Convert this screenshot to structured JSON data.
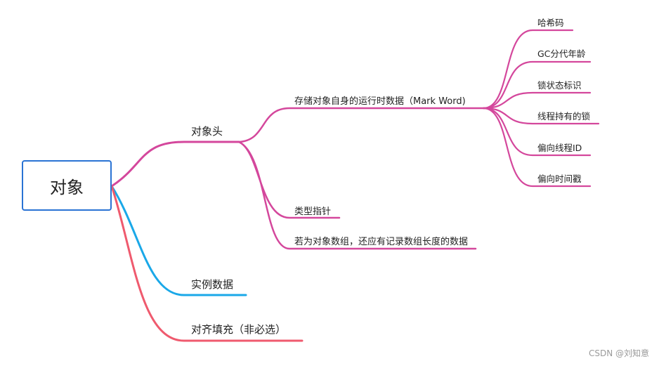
{
  "root": {
    "label": "对象"
  },
  "branches": {
    "header": {
      "label": "对象头",
      "color": "#d4479c",
      "children": {
        "markword": {
          "label": "存储对象自身的运行时数据（Mark Word)",
          "children": [
            "哈希码",
            "GC分代年龄",
            "锁状态标识",
            "线程持有的锁",
            "偏向线程ID",
            "偏向时间戳"
          ]
        },
        "typeptr": {
          "label": "类型指针"
        },
        "arraylen": {
          "label": "若为对象数组，还应有记录数组长度的数据"
        }
      }
    },
    "instance": {
      "label": "实例数据",
      "color": "#1aa8e8"
    },
    "padding": {
      "label": "对齐填充（非必选）",
      "color": "#ef5a6e"
    }
  },
  "watermark": "CSDN @刘知意"
}
